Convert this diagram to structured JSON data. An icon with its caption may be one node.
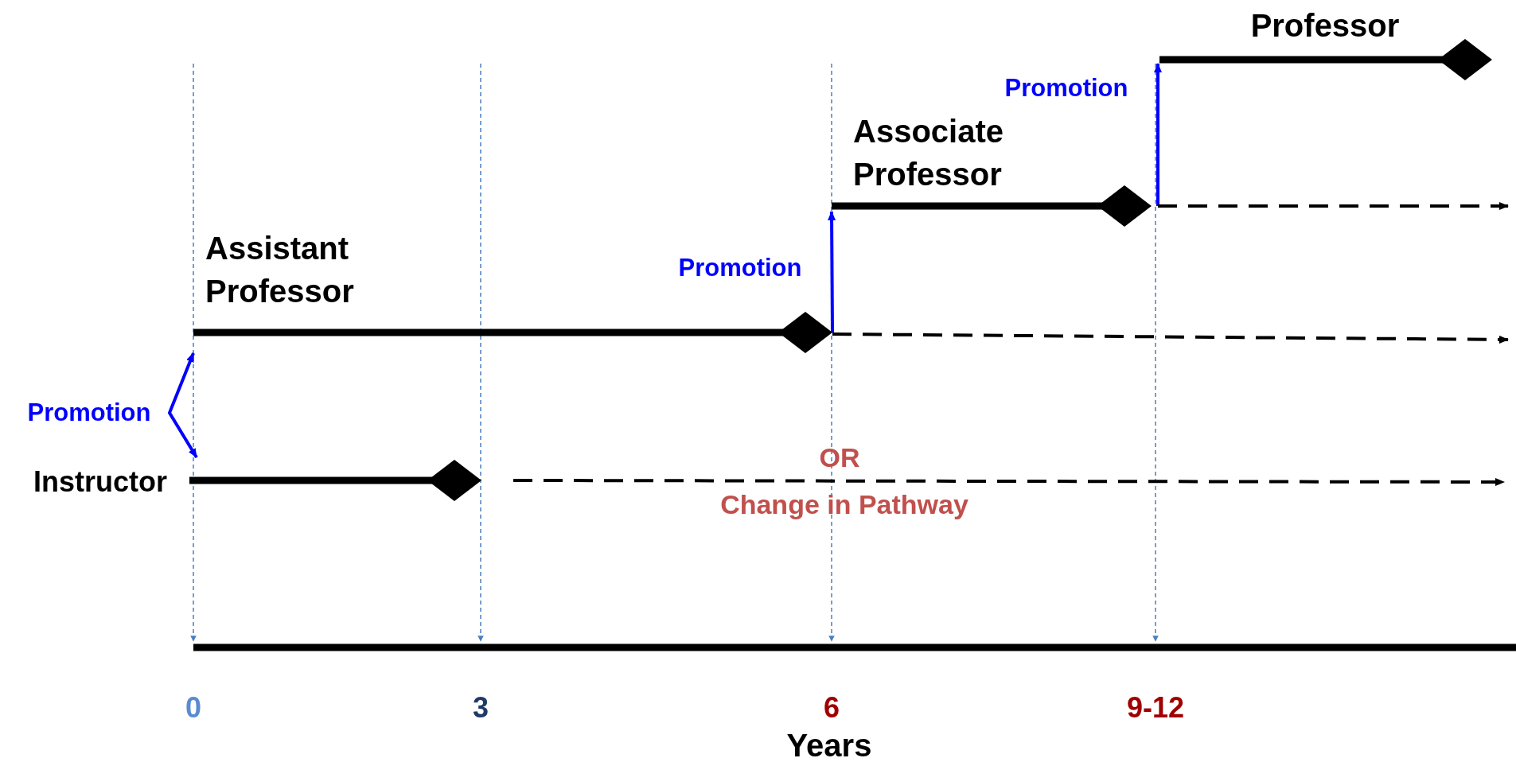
{
  "diagram": {
    "nodes": [
      {
        "text": [
          "Instructor"
        ]
      },
      {
        "text": [
          "Assistant Professor"
        ]
      },
      {
        "text": [
          "Associate Professor"
        ]
      },
      {
        "text": [
          "Professor"
        ]
      }
    ],
    "edges": [
      {
        "from": 0,
        "to": 1,
        "arrow": "both",
        "label": "Promotion",
        "color": "#0000ff"
      },
      {
        "from": 1,
        "to": 2,
        "arrow": "to",
        "label": "Promotion",
        "color": "#0000ff"
      },
      {
        "from": 2,
        "to": 3,
        "arrow": "to",
        "label": "Promotion",
        "color": "#0000ff"
      },
      {
        "from": 0,
        "to": null,
        "arrow": "to",
        "style": "dashed",
        "color": "#000000"
      },
      {
        "from": 1,
        "to": null,
        "arrow": "to",
        "style": "dashed",
        "color": "#000000"
      },
      {
        "from": 2,
        "to": null,
        "arrow": "to",
        "style": "dashed",
        "color": "#000000"
      }
    ],
    "labels": [
      "OR",
      "Change in Pathway",
      "0",
      "3",
      "6",
      "9-12",
      "Years"
    ]
  }
}
